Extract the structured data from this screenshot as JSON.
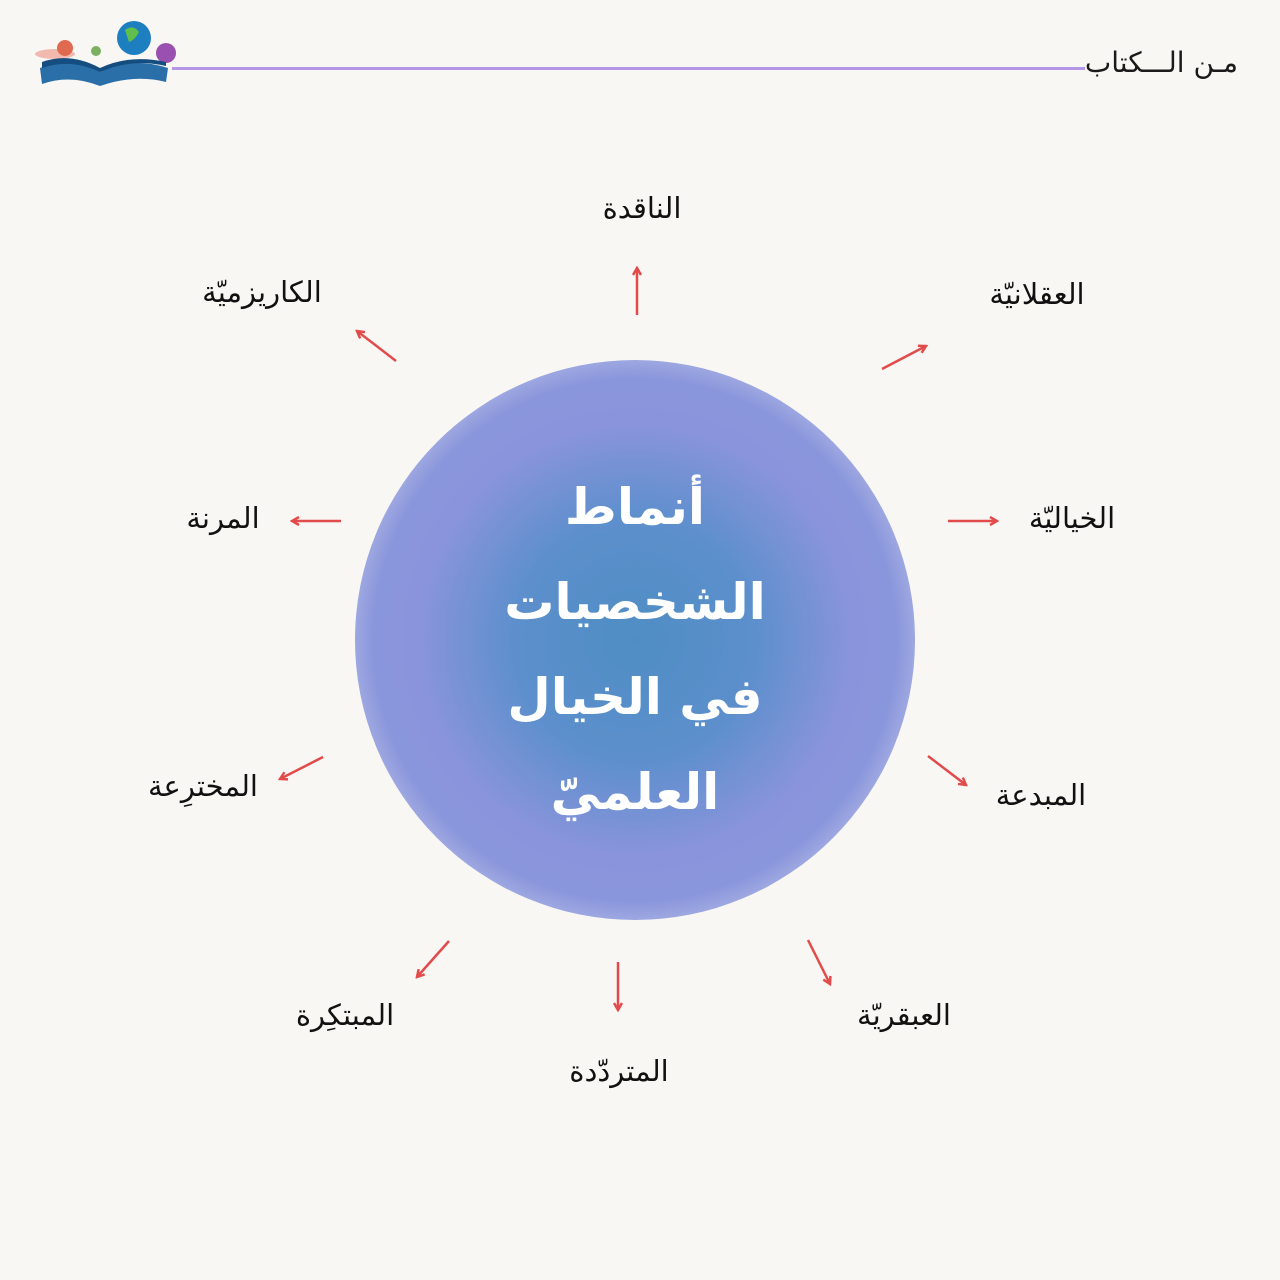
{
  "header": {
    "title": "مـن الـــكتاب",
    "line_color": "#b397e6"
  },
  "center": {
    "lines": [
      "أنماط",
      "الشخصيات",
      "في الخيال",
      "العلميّ"
    ]
  },
  "types": [
    "الناقدة",
    "العقلانيّة",
    "الخياليّة",
    "المبدعة",
    "العبقريّة",
    "المتردّدة",
    "المبتكِرة",
    "المخترِعة",
    "المرنة",
    "الكاريزميّة"
  ],
  "arrow_color": "#e24b4b"
}
